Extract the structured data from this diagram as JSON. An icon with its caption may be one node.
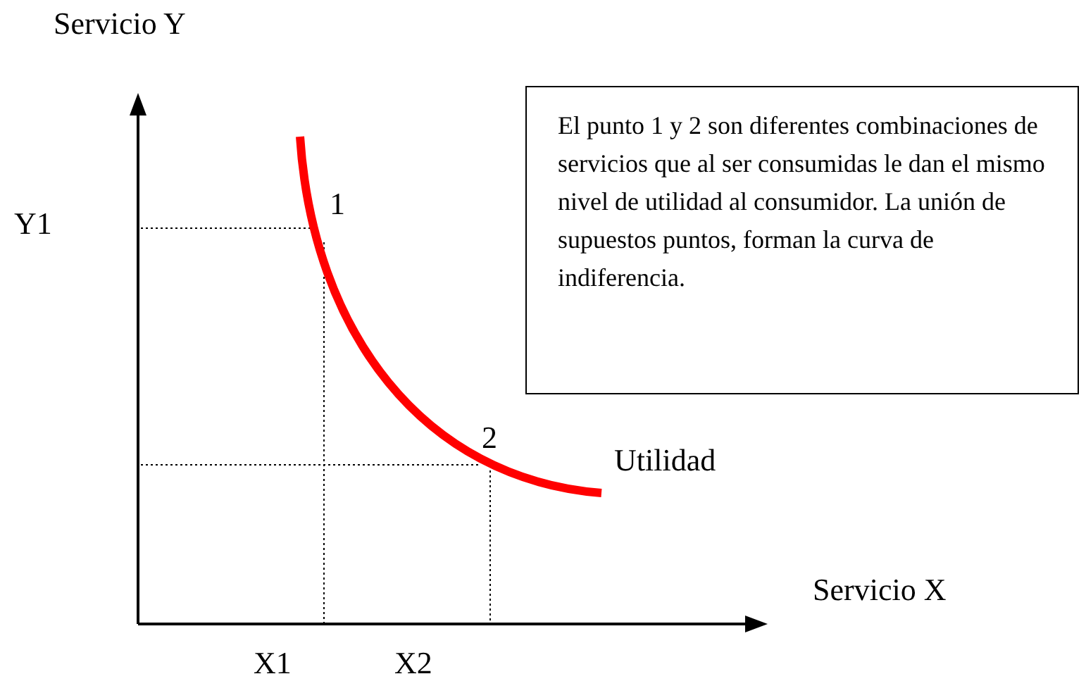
{
  "diagram": {
    "nodes": [
      {
        "text": [
          "El punto 1 y 2 son diferentes combinaciones de servicios que al ser consumidas le dan el mismo nivel de utilidad al consumidor. La unión de supuestos puntos, forman la curva de indiferencia."
        ]
      }
    ],
    "labels": [
      "Servicio Y",
      "Y1",
      "1",
      "2",
      "Utilidad",
      "Servicio X",
      "X1",
      "X2"
    ]
  }
}
